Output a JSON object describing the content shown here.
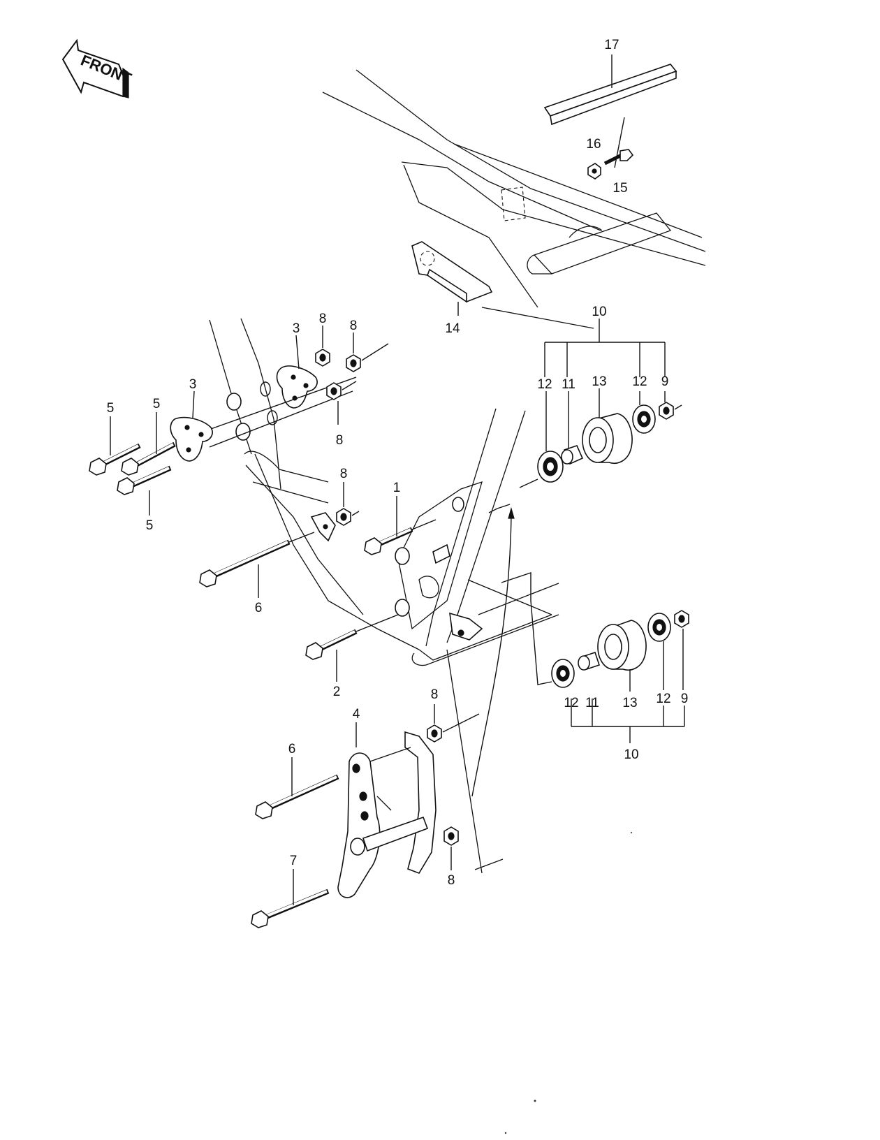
{
  "orientation": {
    "front_label": "FRONT"
  },
  "callouts": {
    "c1": "1",
    "c2": "2",
    "c3a": "3",
    "c3b": "3",
    "c4": "4",
    "c5a": "5",
    "c5b": "5",
    "c5c": "5",
    "c6a": "6",
    "c6b": "6",
    "c7": "7",
    "c8a": "8",
    "c8b": "8",
    "c8c": "8",
    "c8d": "8",
    "c8e": "8",
    "c8f": "8",
    "c9a": "9",
    "c9b": "9",
    "c10a": "10",
    "c10b": "10",
    "c11a": "11",
    "c11b": "11",
    "c12a": "12",
    "c12b": "12",
    "c12c": "12",
    "c12d": "12",
    "c13a": "13",
    "c13b": "13",
    "c14": "14",
    "c15": "15",
    "c16": "16",
    "c17": "17"
  }
}
